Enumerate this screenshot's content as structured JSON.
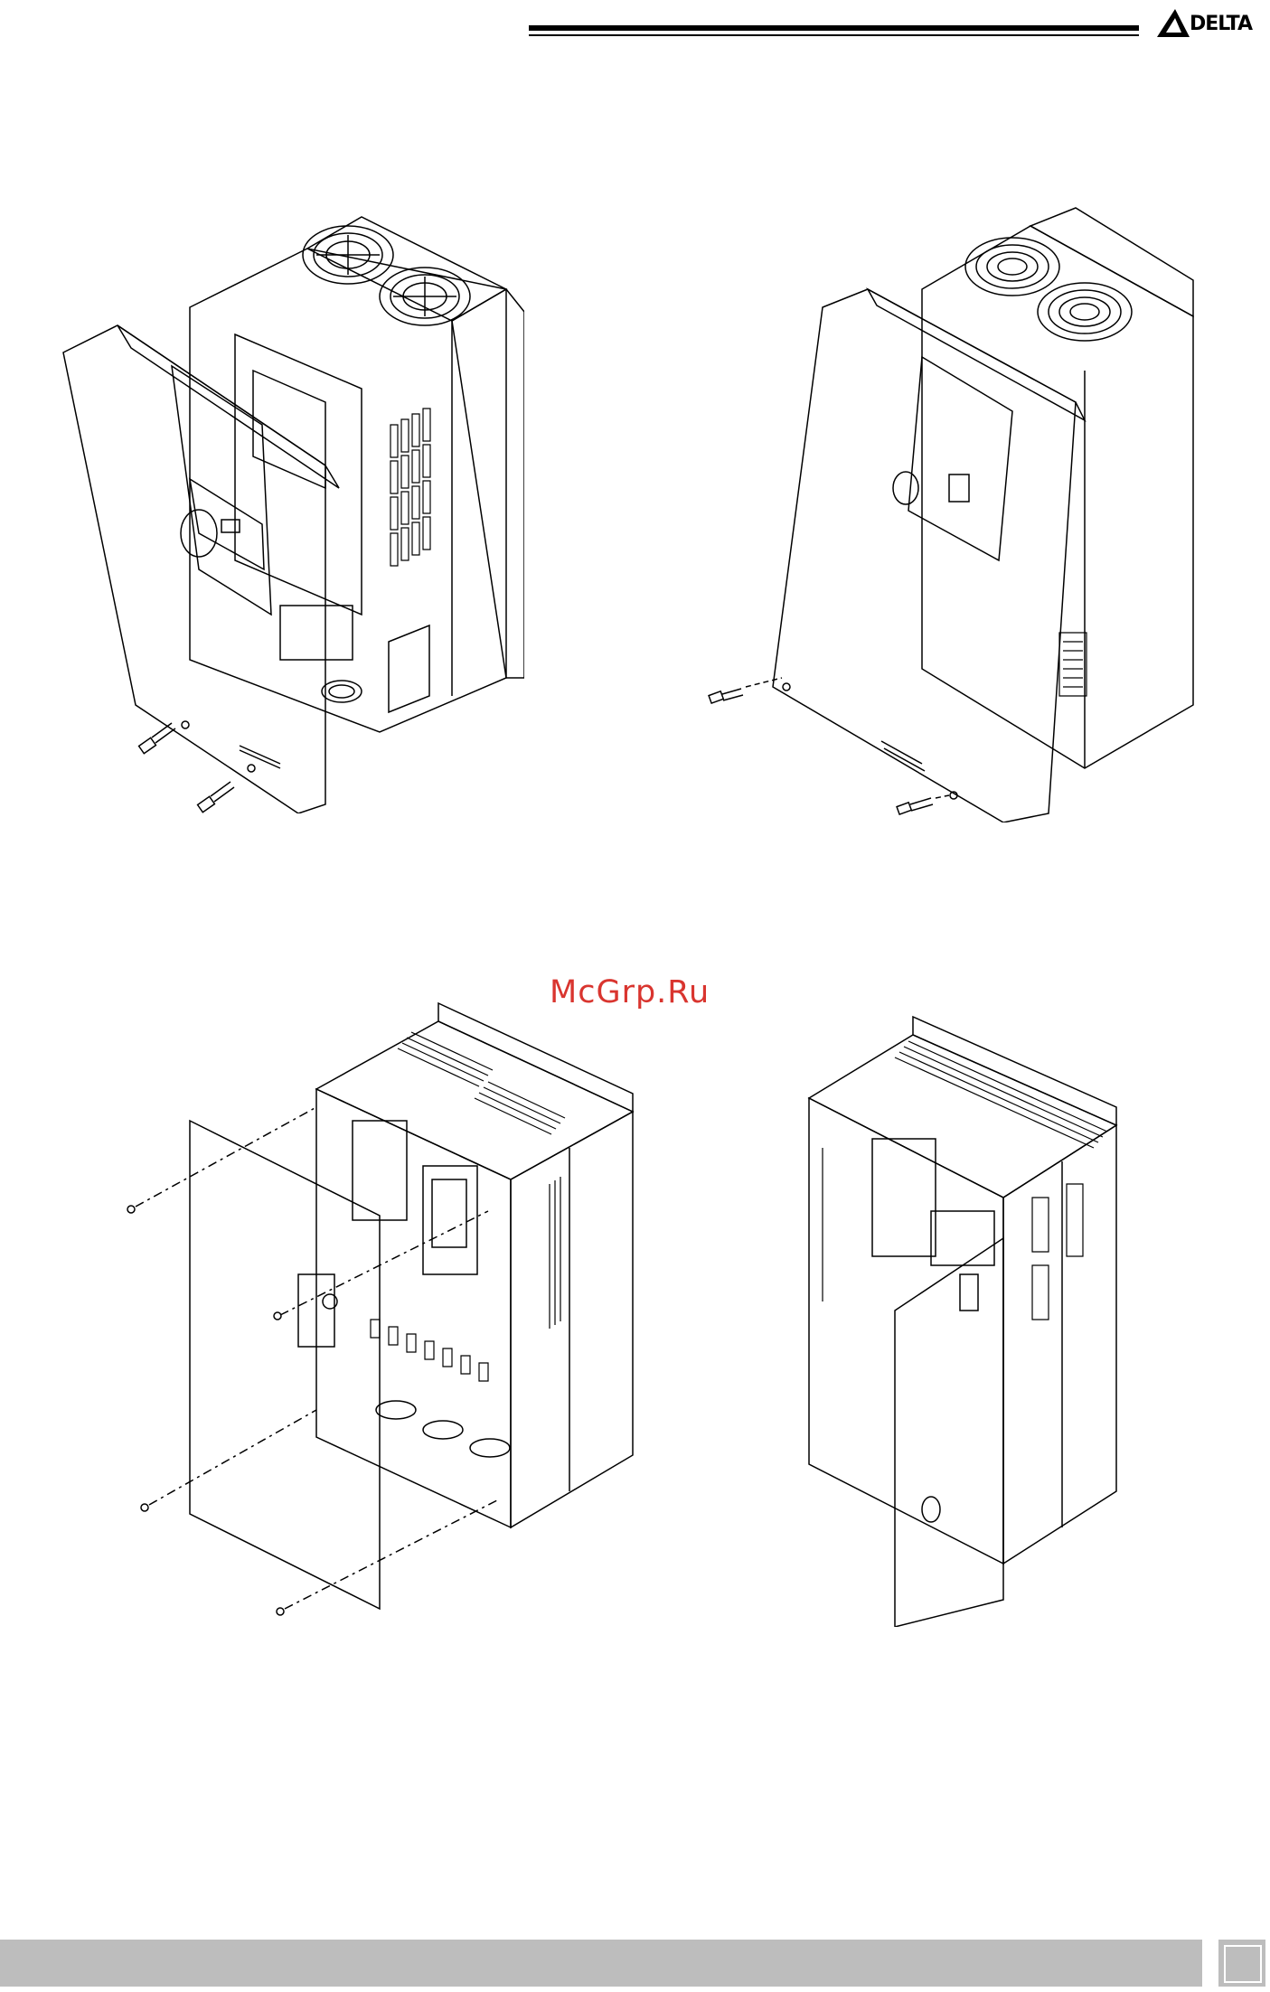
{
  "header": {
    "brand": "DELTA",
    "logo_icon": "delta-triangle-logo-icon"
  },
  "watermark": {
    "text": "McGrp.Ru"
  },
  "footer": {
    "page_number": ""
  },
  "figures": [
    {
      "id": "frame-fan-cover-removed"
    },
    {
      "id": "frame-fan-cover-installed"
    },
    {
      "id": "cabinet-front-cover-removed"
    },
    {
      "id": "cabinet-front-cover-open"
    }
  ],
  "colors": {
    "line": "#000000",
    "watermark": "#d9352f",
    "footer_bar": "#bdbdbd"
  }
}
